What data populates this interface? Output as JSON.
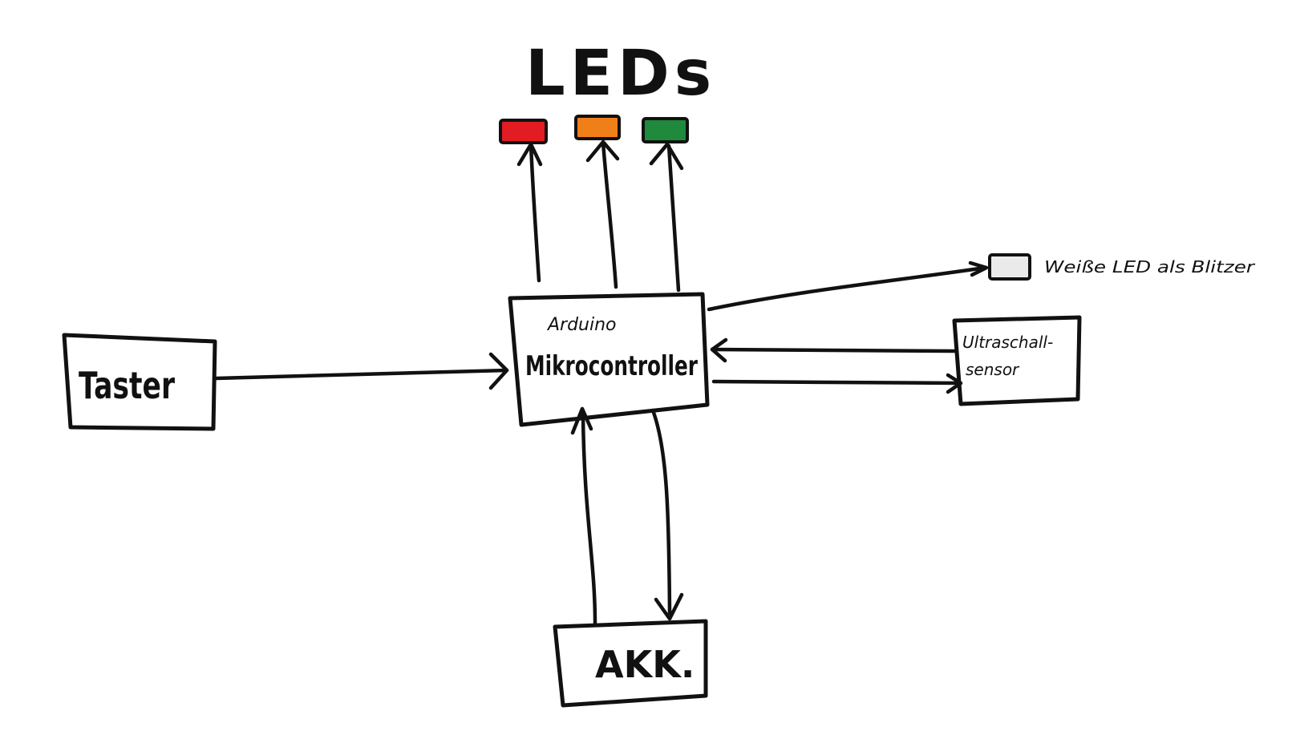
{
  "title": "LEDs",
  "nodes": {
    "taster": "Taster",
    "controller_top": "Arduino",
    "controller_main": "Mikrocontroller",
    "akku": "AKK.",
    "ultrasonic_line1": "Ultraschall-",
    "ultrasonic_line2": "sensor",
    "white_led_label": "Weiße LED als Blitzer"
  },
  "leds": [
    {
      "color": "#e31b23"
    },
    {
      "color": "#f07f1a"
    },
    {
      "color": "#1f8a3b"
    }
  ],
  "white_led": {
    "color": "#eaeaea"
  }
}
